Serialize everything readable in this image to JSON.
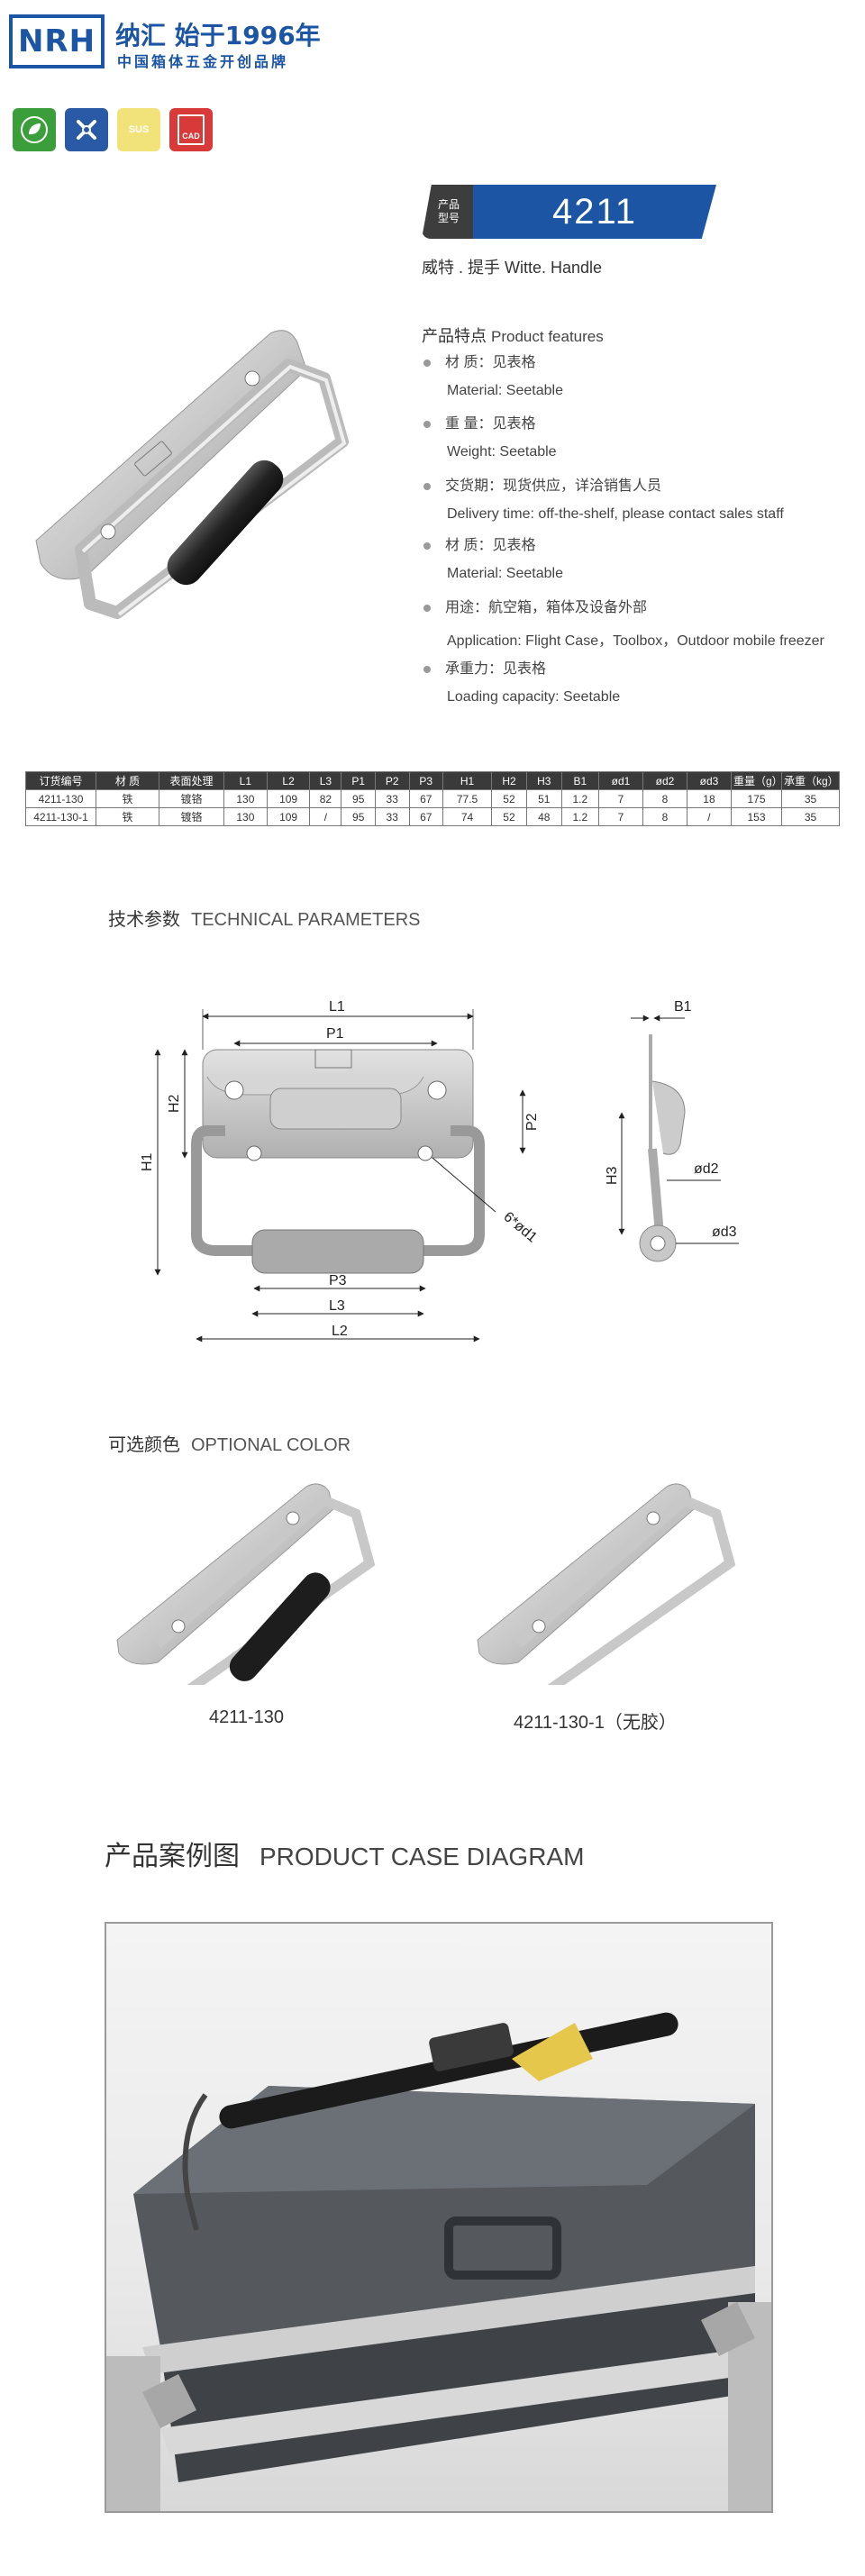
{
  "header": {
    "logo_text": "NRH",
    "brand_main": "纳汇 始于1996年",
    "brand_sub": "中国箱体五金开创品牌"
  },
  "certifications": [
    {
      "name": "eco",
      "label": "",
      "color": "#3a9e3b"
    },
    {
      "name": "tools",
      "label": "",
      "color": "#2a5aa5"
    },
    {
      "name": "sus",
      "label": "SUS",
      "color": "#f2e27a"
    },
    {
      "name": "cad",
      "label": "CAD",
      "color": "#d83a3a"
    }
  ],
  "product": {
    "model_label": "产品型号",
    "model_number": "4211",
    "name": "威特 . 提手   Witte. Handle"
  },
  "features": {
    "title": "产品特点",
    "title_en": "Product features",
    "items": [
      {
        "cn": "材  质：见表格",
        "en": "Material: Seetable"
      },
      {
        "cn": "重  量：见表格",
        "en": "Weight: Seetable"
      },
      {
        "cn": "交货期：现货供应，详洽销售人员",
        "en": "Delivery time: off-the-shelf, please contact sales staff"
      },
      {
        "cn": "材  质：见表格",
        "en": "Material: Seetable"
      },
      {
        "cn": "用途：航空箱，箱体及设备外部",
        "en": "Application: Flight Case，Toolbox，Outdoor mobile freezer"
      },
      {
        "cn": "承重力：见表格",
        "en": "Loading capacity: Seetable"
      }
    ]
  },
  "spec_table": {
    "headers": [
      "订货编号",
      "材  质",
      "表面处理",
      "L1",
      "L2",
      "L3",
      "P1",
      "P2",
      "P3",
      "H1",
      "H2",
      "H3",
      "B1",
      "ød1",
      "ød2",
      "ød3",
      "重量（g）",
      "承重（kg）"
    ],
    "rows": [
      [
        "4211-130",
        "铁",
        "镀铬",
        "130",
        "109",
        "82",
        "95",
        "33",
        "67",
        "77.5",
        "52",
        "51",
        "1.2",
        "7",
        "8",
        "18",
        "175",
        "35"
      ],
      [
        "4211-130-1",
        "铁",
        "镀铬",
        "130",
        "109",
        "/",
        "95",
        "33",
        "67",
        "74",
        "52",
        "48",
        "1.2",
        "7",
        "8",
        "/",
        "153",
        "35"
      ]
    ]
  },
  "technical": {
    "title": "技术参数",
    "title_en": "TECHNICAL PARAMETERS",
    "labels": {
      "L1": "L1",
      "P1": "P1",
      "H1": "H1",
      "H2": "H2",
      "P2": "P2",
      "P3": "P3",
      "L3": "L3",
      "L2": "L2",
      "B1": "B1",
      "H3": "H3",
      "d1": "6*ød1",
      "d2": "ød2",
      "d3": "ød3"
    }
  },
  "colors": {
    "title": "可选颜色",
    "title_en": "OPTIONAL COLOR",
    "options": [
      {
        "label": "4211-130"
      },
      {
        "label": "4211-130-1（无胶）"
      }
    ]
  },
  "case": {
    "title": "产品案例图",
    "title_en": "PRODUCT CASE DIAGRAM"
  },
  "theme": {
    "brand_blue": "#1b55a4",
    "dark": "#3a3a3a"
  }
}
